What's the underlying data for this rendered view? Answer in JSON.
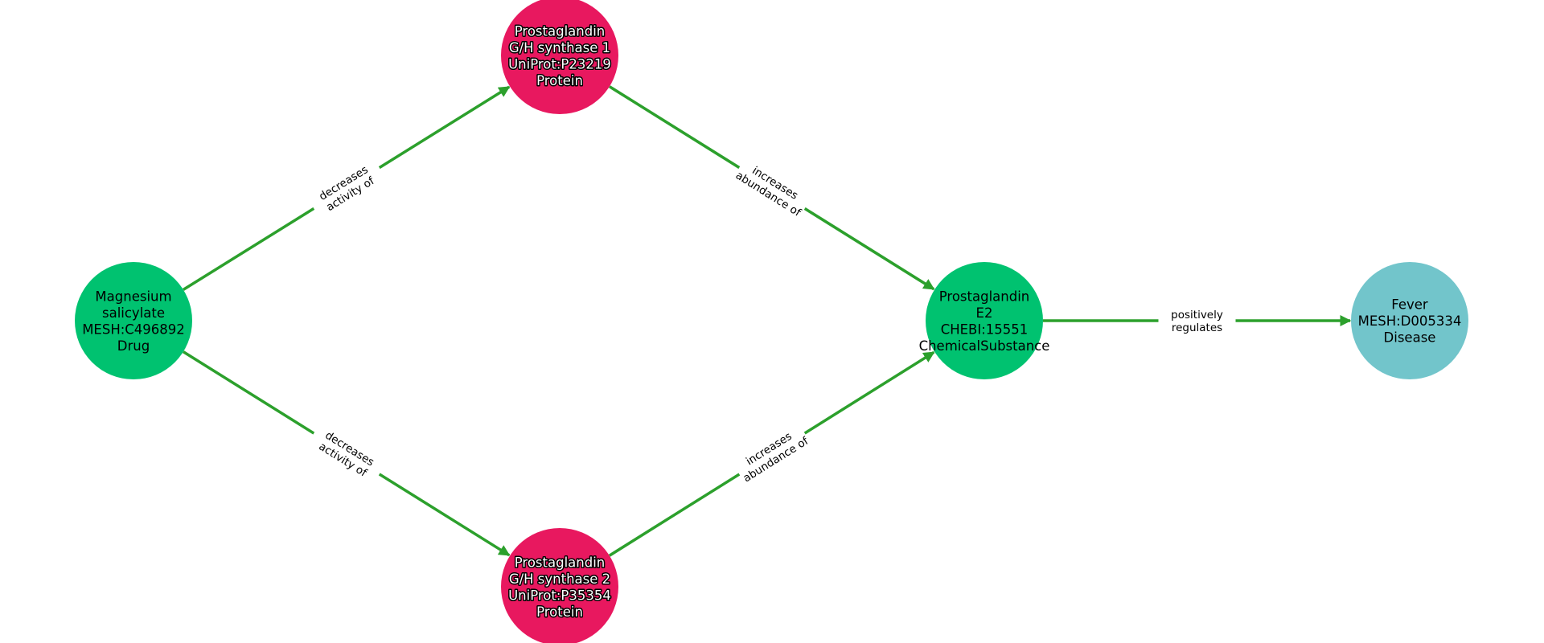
{
  "colors": {
    "edge": "#2ca02c",
    "drug": "#00c270",
    "protein": "#e8185f",
    "chemical": "#00c270",
    "disease": "#72c5cb"
  },
  "nodes": [
    {
      "id": "mg",
      "lines": [
        "Magnesium",
        "salicylate",
        "MESH:C496892",
        "Drug"
      ],
      "type": "drug",
      "outlined": false
    },
    {
      "id": "pghs1",
      "lines": [
        "Prostaglandin",
        "G/H synthase 1",
        "UniProt:P23219",
        "Protein"
      ],
      "type": "protein",
      "outlined": true
    },
    {
      "id": "pghs2",
      "lines": [
        "Prostaglandin",
        "G/H synthase 2",
        "UniProt:P35354",
        "Protein"
      ],
      "type": "protein",
      "outlined": true
    },
    {
      "id": "pge2",
      "lines": [
        "Prostaglandin",
        "E2",
        "CHEBI:15551",
        "ChemicalSubstance"
      ],
      "type": "chemical",
      "outlined": false
    },
    {
      "id": "fever",
      "lines": [
        "Fever",
        "MESH:D005334",
        "Disease"
      ],
      "type": "disease",
      "outlined": false
    }
  ],
  "edges": [
    {
      "from": "mg",
      "to": "pghs1",
      "label": [
        "decreases",
        "activity of"
      ]
    },
    {
      "from": "mg",
      "to": "pghs2",
      "label": [
        "decreases",
        "activity of"
      ]
    },
    {
      "from": "pghs1",
      "to": "pge2",
      "label": [
        "increases",
        "abundance of"
      ]
    },
    {
      "from": "pghs2",
      "to": "pge2",
      "label": [
        "increases",
        "abundance of"
      ]
    },
    {
      "from": "pge2",
      "to": "fever",
      "label": [
        "positively",
        "regulates"
      ]
    }
  ]
}
